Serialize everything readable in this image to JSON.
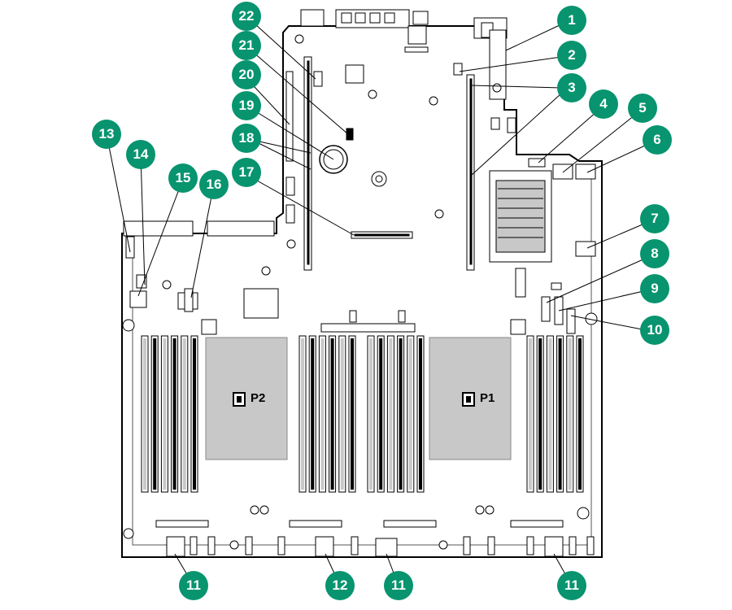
{
  "diagram": {
    "colors": {
      "callout": "#07946f",
      "board_outline": "#000000",
      "component_fill": "#c8c8c8"
    },
    "processors": [
      {
        "id": "p2",
        "label": "P2"
      },
      {
        "id": "p1",
        "label": "P1"
      }
    ],
    "callouts": [
      {
        "id": "c1",
        "label": "1"
      },
      {
        "id": "c2",
        "label": "2"
      },
      {
        "id": "c3",
        "label": "3"
      },
      {
        "id": "c4",
        "label": "4"
      },
      {
        "id": "c5",
        "label": "5"
      },
      {
        "id": "c6",
        "label": "6"
      },
      {
        "id": "c7",
        "label": "7"
      },
      {
        "id": "c8",
        "label": "8"
      },
      {
        "id": "c9",
        "label": "9"
      },
      {
        "id": "c10",
        "label": "10"
      },
      {
        "id": "c11a",
        "label": "11"
      },
      {
        "id": "c12",
        "label": "12"
      },
      {
        "id": "c11b",
        "label": "11"
      },
      {
        "id": "c11c",
        "label": "11"
      },
      {
        "id": "c13",
        "label": "13"
      },
      {
        "id": "c14",
        "label": "14"
      },
      {
        "id": "c15",
        "label": "15"
      },
      {
        "id": "c16",
        "label": "16"
      },
      {
        "id": "c17",
        "label": "17"
      },
      {
        "id": "c18",
        "label": "18"
      },
      {
        "id": "c19",
        "label": "19"
      },
      {
        "id": "c20",
        "label": "20"
      },
      {
        "id": "c21",
        "label": "21"
      },
      {
        "id": "c22",
        "label": "22"
      }
    ]
  }
}
